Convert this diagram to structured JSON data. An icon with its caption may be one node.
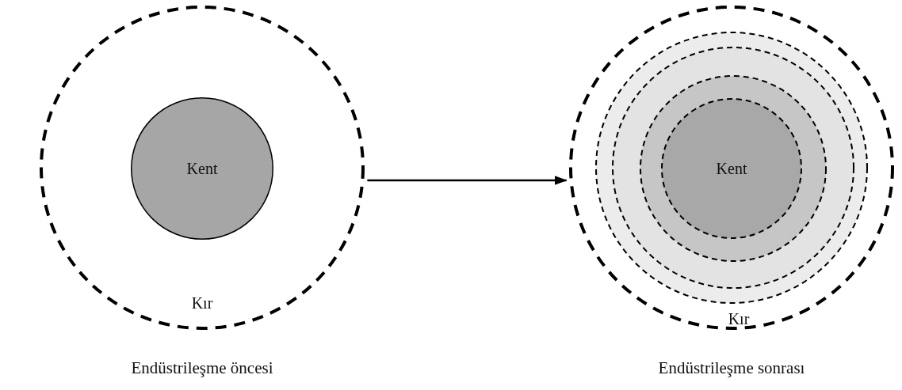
{
  "diagram": {
    "nodes": [
      {
        "text": [
          "Kır"
        ],
        "beside": [
          "Endüstrileşme öncesi"
        ]
      },
      {
        "text": [
          "Kent"
        ],
        "in": 0
      },
      {
        "text": [
          "Kır"
        ],
        "beside": [
          "Endüstrileşme sonrası"
        ]
      },
      {
        "text": [],
        "shape": "circle",
        "in": 2
      },
      {
        "text": [],
        "shape": "circle",
        "in": 3
      },
      {
        "text": [],
        "shape": "circle",
        "in": 4
      },
      {
        "text": [
          "Kent"
        ],
        "in": 5
      }
    ],
    "edges": [
      {
        "from": 0,
        "to": 2,
        "arrow": "to"
      }
    ]
  }
}
